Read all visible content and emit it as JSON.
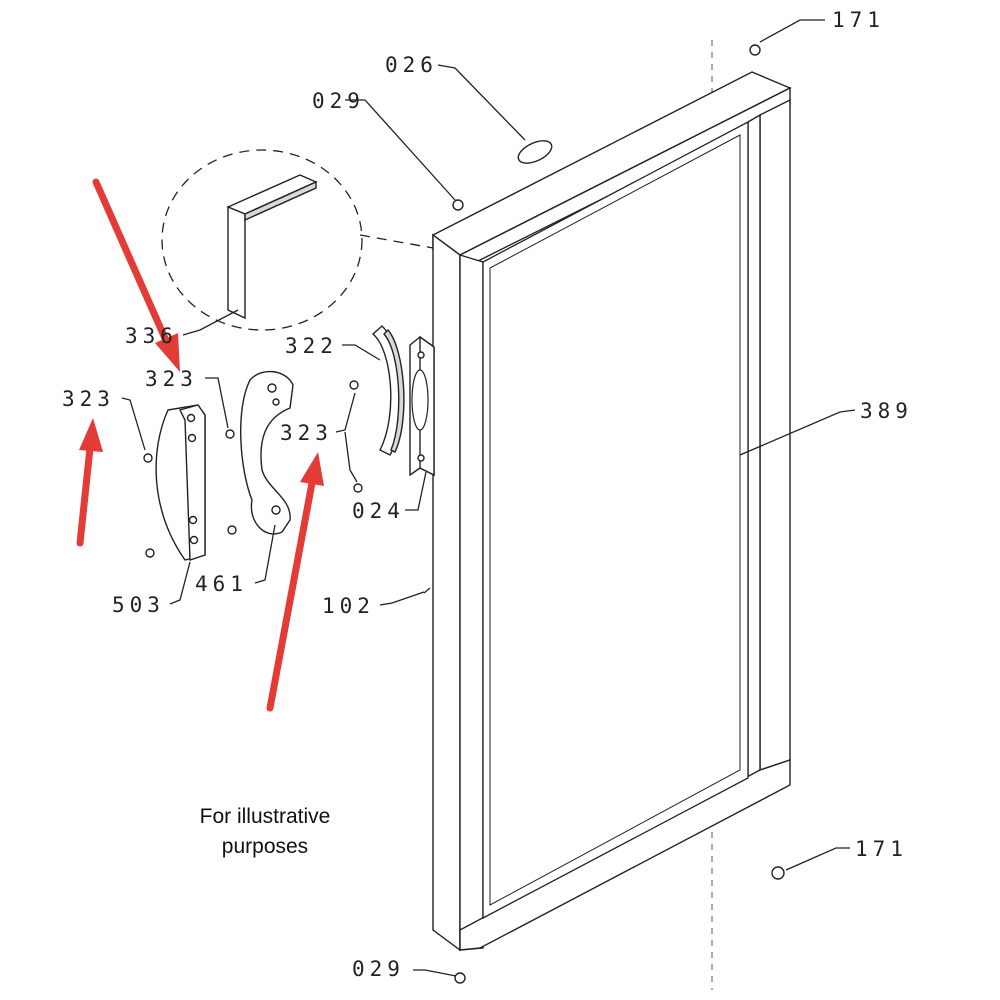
{
  "callouts": {
    "c171_top": "171",
    "c026": "026",
    "c029_top": "029",
    "c336": "336",
    "c322": "322",
    "c323_a": "323",
    "c323_b": "323",
    "c323_c": "323",
    "c389": "389",
    "c024": "024",
    "c461": "461",
    "c503": "503",
    "c102": "102",
    "c171_bottom": "171",
    "c029_bottom": "029"
  },
  "note": {
    "line1": "For illustrative",
    "line2": "purposes"
  },
  "colors": {
    "arrow": "#e33b36",
    "line": "#222222"
  }
}
